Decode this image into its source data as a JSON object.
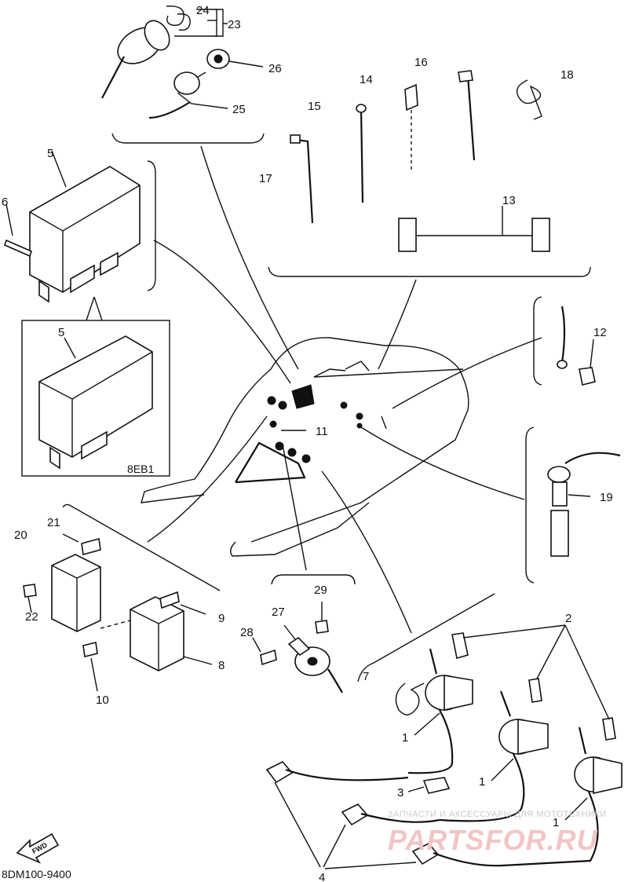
{
  "diagram": {
    "drawing_code": "8DM100-9400",
    "fwd_label": "FWD",
    "inset_label": "8EB1",
    "watermark_caption": "ЗАПЧАСТИ И АКСЕССУАРЫ ДЛЯ МОТОТЕХНИКИ",
    "watermark_brand": "PARTSFOR.RU",
    "callouts": [
      {
        "id": "c1a",
        "text": "1"
      },
      {
        "id": "c1b",
        "text": "1"
      },
      {
        "id": "c1c",
        "text": "1"
      },
      {
        "id": "c2",
        "text": "2"
      },
      {
        "id": "c3",
        "text": "3"
      },
      {
        "id": "c4",
        "text": "4"
      },
      {
        "id": "c5a",
        "text": "5"
      },
      {
        "id": "c5b",
        "text": "5"
      },
      {
        "id": "c6",
        "text": "6"
      },
      {
        "id": "c7",
        "text": "7"
      },
      {
        "id": "c8",
        "text": "8"
      },
      {
        "id": "c9",
        "text": "9"
      },
      {
        "id": "c10",
        "text": "10"
      },
      {
        "id": "c11",
        "text": "11"
      },
      {
        "id": "c12",
        "text": "12"
      },
      {
        "id": "c13",
        "text": "13"
      },
      {
        "id": "c14",
        "text": "14"
      },
      {
        "id": "c15",
        "text": "15"
      },
      {
        "id": "c16",
        "text": "16"
      },
      {
        "id": "c17",
        "text": "17"
      },
      {
        "id": "c18",
        "text": "18"
      },
      {
        "id": "c19",
        "text": "19"
      },
      {
        "id": "c20",
        "text": "20"
      },
      {
        "id": "c21",
        "text": "21"
      },
      {
        "id": "c22",
        "text": "22"
      },
      {
        "id": "c23",
        "text": "23"
      },
      {
        "id": "c24",
        "text": "24"
      },
      {
        "id": "c25",
        "text": "25"
      },
      {
        "id": "c26",
        "text": "26"
      },
      {
        "id": "c27",
        "text": "27"
      },
      {
        "id": "c28",
        "text": "28"
      },
      {
        "id": "c29",
        "text": "29"
      }
    ]
  }
}
